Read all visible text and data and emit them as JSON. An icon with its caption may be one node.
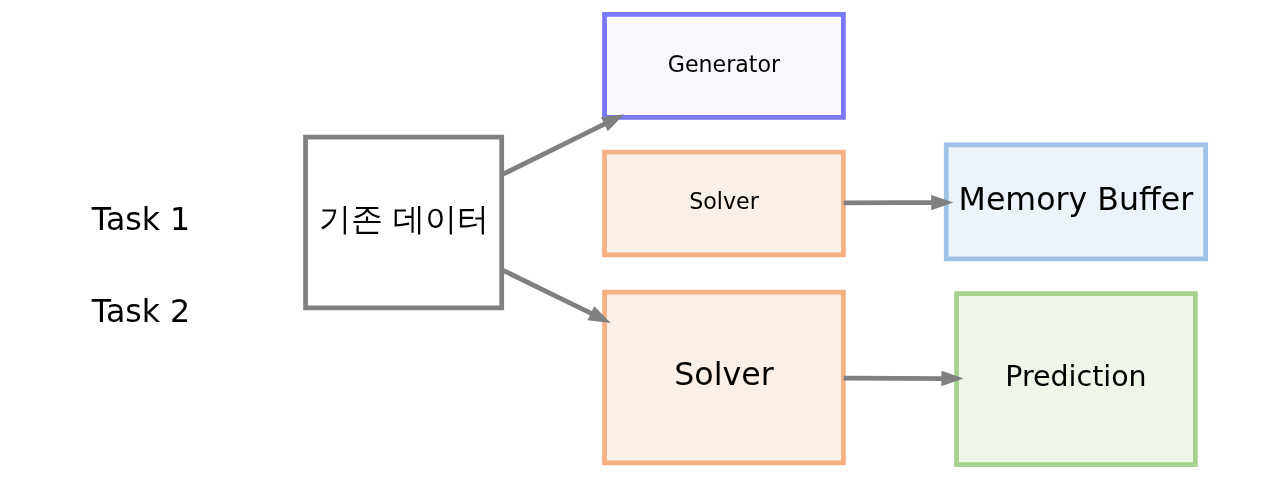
{
  "diagram": {
    "nodes": [
      {
        "text": [
          "기존 데이터"
        ]
      },
      {
        "text": [
          "Generator"
        ]
      },
      {
        "text": [
          "Solver"
        ]
      },
      {
        "text": [
          "Memory Buffer"
        ]
      },
      {
        "text": [
          "Solver"
        ]
      },
      {
        "text": [
          "Prediction"
        ]
      }
    ],
    "edges": [
      {
        "from": 0,
        "to": 1,
        "arrow": "to"
      },
      {
        "from": 0,
        "to": 4,
        "arrow": "to"
      },
      {
        "from": 4,
        "to": 5,
        "arrow": "to"
      },
      {
        "from": 2,
        "to": 3,
        "arrow": "to"
      }
    ],
    "labels": [
      "Task 1",
      "Task 2"
    ]
  }
}
